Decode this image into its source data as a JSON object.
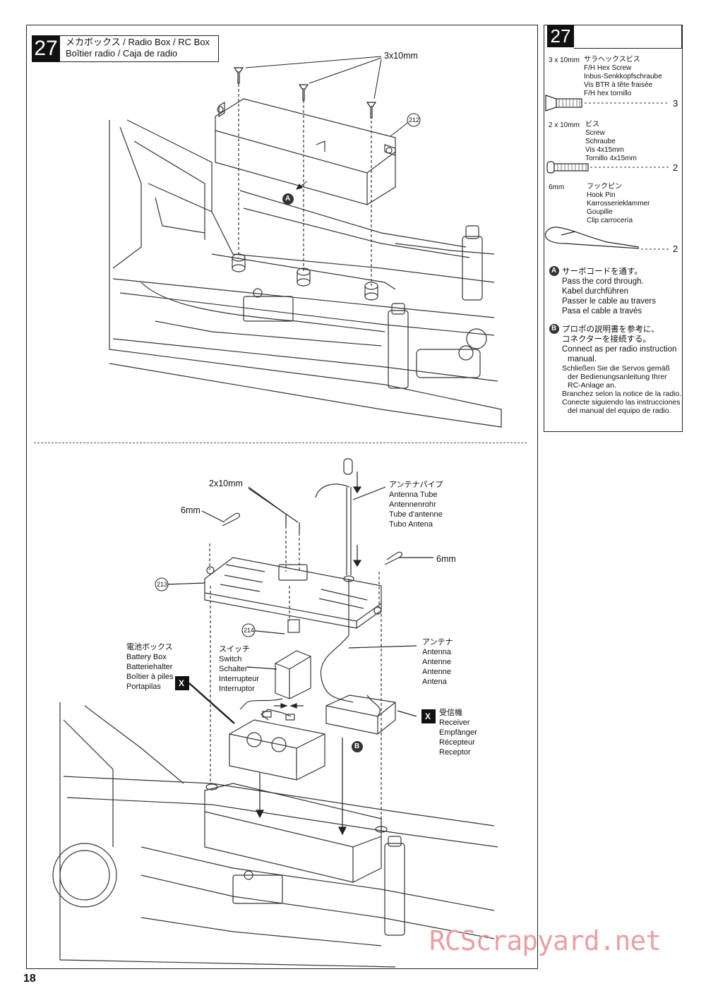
{
  "page_number": "18",
  "watermark": "RCScrapyard.net",
  "step": {
    "number": "27",
    "title_line1": "メカボックス / Radio Box / RC Box",
    "title_line2": "Boîtier radio / Caja de radio"
  },
  "upper_diagram": {
    "screw_label": "3x10mm",
    "part_ref": "212",
    "callout_a": "A"
  },
  "lower_diagram": {
    "screw_label": "2x10mm",
    "pin_label_left": "6mm",
    "pin_label_right": "6mm",
    "part_ref_213": "213",
    "part_ref_214": "214",
    "callout_b": "B",
    "mark_x": "X",
    "antenna_tube": [
      "アンテナパイプ",
      "Antenna Tube",
      "Antennenrohr",
      "Tube d'antenne",
      "Tubo Antena"
    ],
    "antenna": [
      "アンテナ",
      "Antenna",
      "Antenne",
      "Antenne",
      "Antena"
    ],
    "switch": [
      "スイッチ",
      "Switch",
      "Schalter",
      "Interrupteur",
      "Interruptor"
    ],
    "battery_box": [
      "電池ボックス",
      "Battery Box",
      "Batteriehalter",
      "Boîtier à piles",
      "Portapilas"
    ],
    "receiver": [
      "受信機",
      "Receiver",
      "Empfänger",
      "Récepteur",
      "Receptor"
    ]
  },
  "sidebar": {
    "step_number": "27",
    "parts": [
      {
        "size": "3 x 10mm",
        "name_jp": "サラヘックスビス",
        "names": [
          "F/H Hex Screw",
          "Inbus-Senkkopfschraube",
          "Vis BTR à tête fraisée",
          "F/H hex tornillo"
        ],
        "qty": "3"
      },
      {
        "size": "2 x 10mm",
        "name_jp": "ビス",
        "names": [
          "Screw",
          "Schraube",
          "Vis 4x15mm",
          "Tornillo 4x15mm"
        ],
        "qty": "2"
      },
      {
        "size": "6mm",
        "name_jp": "フックピン",
        "names": [
          "Hook Pin",
          "Karrosserieklammer",
          "Goupille",
          "Clip carrocería"
        ],
        "qty": "2"
      }
    ],
    "note_a": {
      "mark": "A",
      "lines": [
        "サーボコードを通す。",
        "Pass the cord through.",
        "Kabel durchführen",
        "Passer le cable au travers",
        "Pasa el cable a través"
      ]
    },
    "note_b": {
      "mark": "B",
      "lines": [
        "プロポの説明書を参考に、",
        "コネクターを接続する。",
        "Connect as per radio instruction",
        "manual.",
        "Schließen Sie die Servos gemäß",
        "der Bedienungsanleitung Ihrer",
        "RC-Anlage an.",
        "Branchez selon la notice de la radio.",
        "Conecte siguiendo las instrucciones",
        "del manual del equipo de radio."
      ]
    }
  }
}
